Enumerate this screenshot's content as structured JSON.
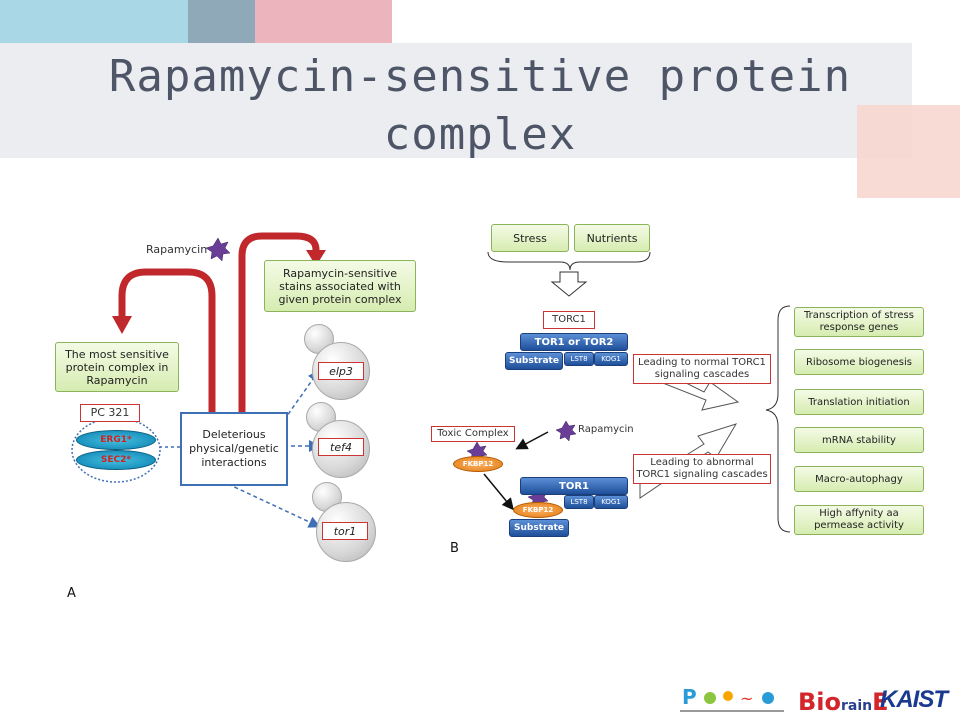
{
  "title": "Rapamycin-sensitive protein complex",
  "panel_a": {
    "label": "A",
    "rapamycin": "Rapamycin",
    "stains_box": "Rapamycin-sensitive stains associated with given protein complex",
    "sensitive_box": "The most sensitive protein complex in Rapamycin",
    "pc_label": "PC 321",
    "erg1": "ERG1*",
    "sec2": "SEC2*",
    "deleterious": "Deleterious physical/genetic interactions",
    "genes": [
      "elp3",
      "tef4",
      "tor1"
    ]
  },
  "panel_b": {
    "label": "B",
    "stress": "Stress",
    "nutrients": "Nutrients",
    "torc1": "TORC1",
    "tor1_or_tor2": "TOR1 or TOR2",
    "lst8": "LST8",
    "kog1": "KOG1",
    "substrate": "Substrate",
    "leading_normal": "Leading to normal TORC1 signaling cascades",
    "toxic_complex": "Toxic Complex",
    "rapamycin": "Rapamycin",
    "fkbp12": "FKBP12",
    "tor1": "TOR1",
    "leading_abnormal": "Leading to abnormal TORC1 signaling cascades",
    "outputs": [
      "Transcription of stress response genes",
      "Ribosome biogenesis",
      "Translation initiation",
      "mRNA stability",
      "Macro-autophagy",
      "High affynity aa permease activity"
    ]
  },
  "logos": {
    "bioe_bio": "Bio",
    "bioe_rain": "rain",
    "bioe_e": "E",
    "kaist": "KAIST"
  },
  "colors": {
    "deco_blue": "#a9d7e6",
    "deco_slate": "#8fa9b8",
    "deco_pink": "#ecb4bc",
    "deco_salmon": "#f7d5cc",
    "title_band": "#ebedf1",
    "arrow_red": "#c0282c",
    "dashed_blue": "#3f6fb5"
  }
}
